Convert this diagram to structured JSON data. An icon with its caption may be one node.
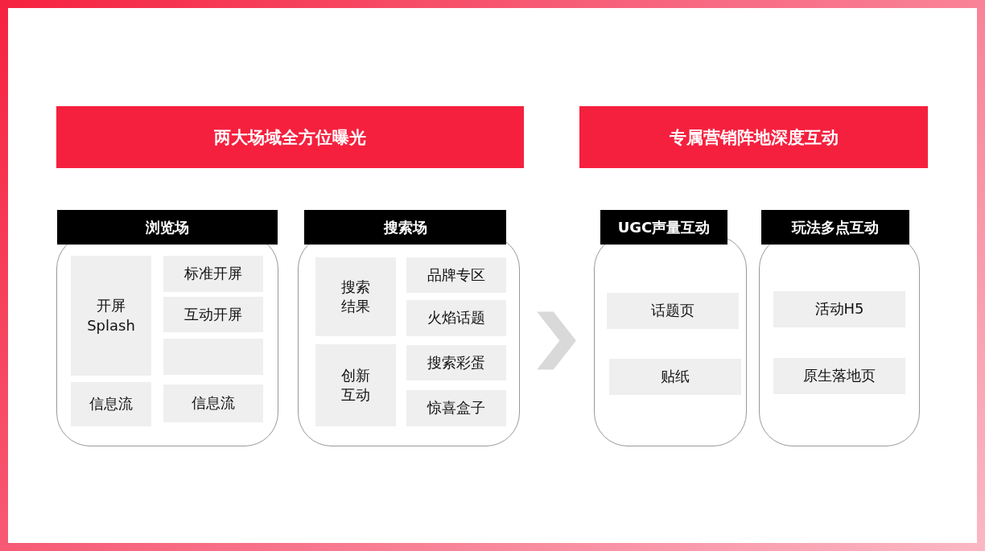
{
  "diagram": {
    "nodes": [
      {
        "text": [
          "两大场域全方位曝光"
        ]
      },
      {
        "text": [
          "专属营销阵地深度互动"
        ]
      },
      {
        "text": [
          "浏览场"
        ]
      },
      {
        "text": [
          "开屏 Splash"
        ],
        "in": 2
      },
      {
        "text": [
          "标准开屏"
        ],
        "in": 2
      },
      {
        "text": [
          "互动开屏"
        ],
        "in": 2
      },
      {
        "text": [],
        "shape": "box",
        "in": 2
      },
      {
        "text": [
          "信息流"
        ],
        "in": 2
      },
      {
        "text": [
          "信息流"
        ],
        "in": 2
      },
      {
        "text": [
          "搜索场"
        ]
      },
      {
        "text": [
          "搜索结果"
        ],
        "in": 9
      },
      {
        "text": [
          "品牌专区"
        ],
        "in": 9
      },
      {
        "text": [
          "火焰话题"
        ],
        "in": 9
      },
      {
        "text": [
          "创新互动"
        ],
        "in": 9
      },
      {
        "text": [
          "搜索彩蛋"
        ],
        "in": 9
      },
      {
        "text": [
          "惊喜盒子"
        ],
        "in": 9
      },
      {
        "text": [
          "UGC声量互动"
        ]
      },
      {
        "text": [
          "话题页"
        ],
        "in": 16
      },
      {
        "text": [
          "贴纸"
        ],
        "in": 16
      },
      {
        "text": [
          "玩法多点互动"
        ]
      },
      {
        "text": [
          "活动H5"
        ],
        "in": 19
      },
      {
        "text": [
          "原生落地页"
        ],
        "in": 19
      }
    ],
    "edges": [
      {
        "from": 9,
        "to": 16,
        "arrow": "to"
      }
    ]
  }
}
